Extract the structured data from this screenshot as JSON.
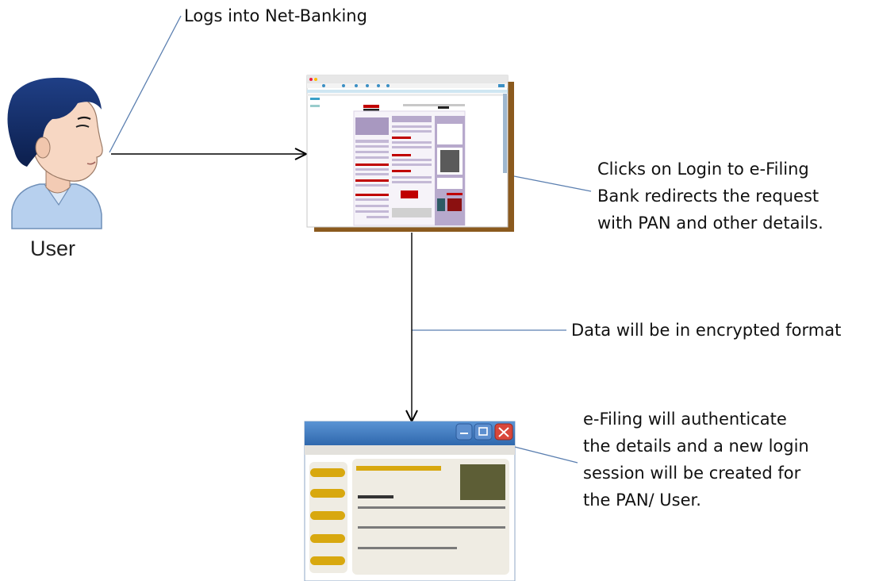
{
  "actor": {
    "label": "User"
  },
  "notes": {
    "login": "Logs into Net-Banking",
    "redirect": [
      "Clicks on Login to e-Filing",
      "Bank redirects the request",
      "with PAN and other details."
    ],
    "encrypted": "Data will be in encrypted format",
    "authenticate": [
      "e-Filing will authenticate",
      "the details and a new login",
      "session will be created for",
      "the PAN/ User."
    ]
  },
  "icons": {
    "user": "user-head-icon",
    "bank_site": "bank-website-icon",
    "efiling_window": "efiling-window-icon"
  },
  "colors": {
    "callout_line": "#5b7fb0",
    "window_titlebar": "#3c78be",
    "bank_frame": "#8b5a1e",
    "accent_gold": "#d4a017",
    "bank_purple": "#a898c0",
    "bank_red": "#c00000"
  }
}
